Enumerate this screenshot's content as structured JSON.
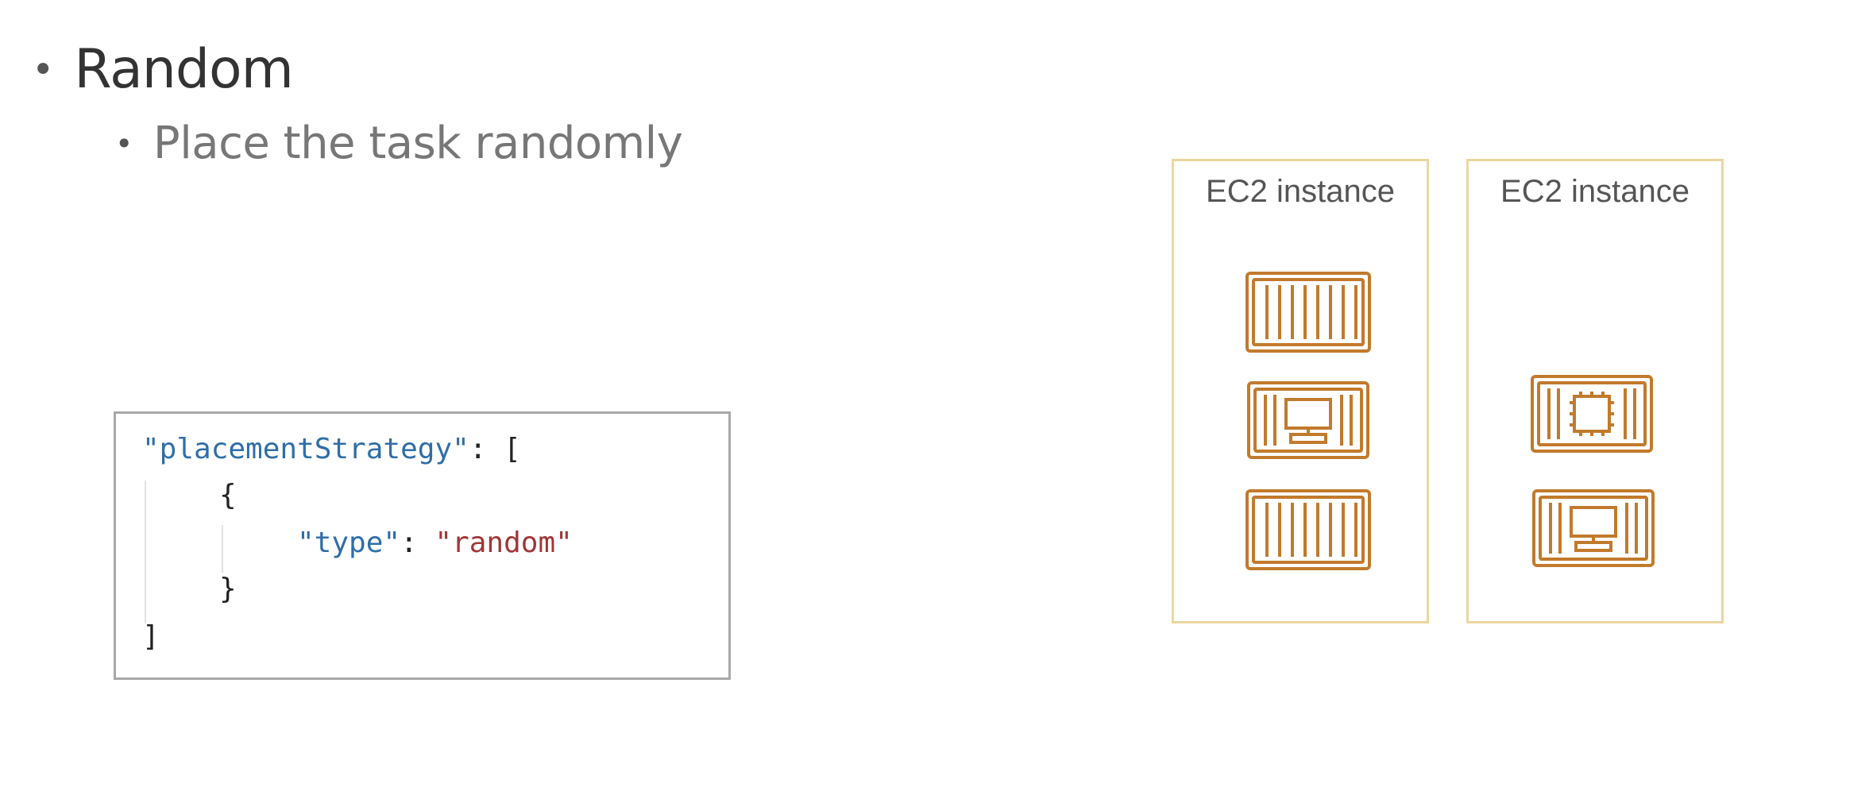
{
  "bullets": [
    {
      "text": "Random"
    },
    {
      "text": "Place the task randomly"
    }
  ],
  "code": {
    "key_strategy": "\"placementStrategy\"",
    "colon_bracket": ": [",
    "open_brace": "{",
    "key_type": "\"type\"",
    "colon": ": ",
    "value_random": "\"random\"",
    "close_brace": "}",
    "close_bracket": "]"
  },
  "instances": [
    {
      "label": "EC2 instance",
      "tasks": [
        "container-icon",
        "task-monitor-icon",
        "container-icon"
      ]
    },
    {
      "label": "EC2 instance",
      "tasks": [
        "task-chip-icon",
        "task-monitor-icon"
      ]
    }
  ],
  "colors": {
    "task_icon": "#c27a2c",
    "instance_border": "#ead7a0",
    "json_key": "#2f6ea8",
    "json_string": "#a03636"
  }
}
